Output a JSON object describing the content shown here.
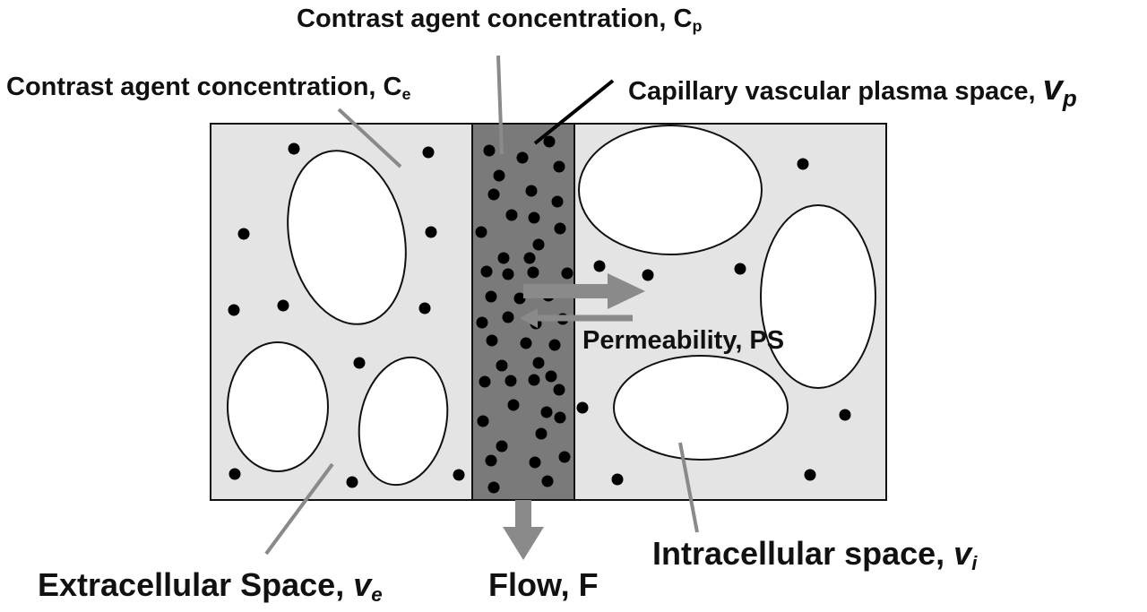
{
  "colors": {
    "tissue": "#e4e4e4",
    "capillary": "#7a7a7a",
    "cell": "#ffffff",
    "dot": "#000000",
    "arrow": "#8a8a8a",
    "leader_gray": "#8a8a8a",
    "leader_black": "#000000",
    "text": "#111111"
  },
  "labels": {
    "cp": {
      "text": "Contrast agent concentration, C",
      "sub": "p"
    },
    "ce": {
      "text": "Contrast agent concentration, C",
      "sub": "e"
    },
    "vp": {
      "text": "Capillary vascular plasma space, ",
      "symbol": "v",
      "sub": "p"
    },
    "ps": {
      "text": "Permeability, PS"
    },
    "ve": {
      "text": "Extracellular Space, ",
      "symbol": "v",
      "sub": "e"
    },
    "flow": {
      "text": "Flow, F"
    },
    "vi": {
      "text": "Intracellular space, ",
      "symbol": "v",
      "sub": "i"
    }
  }
}
